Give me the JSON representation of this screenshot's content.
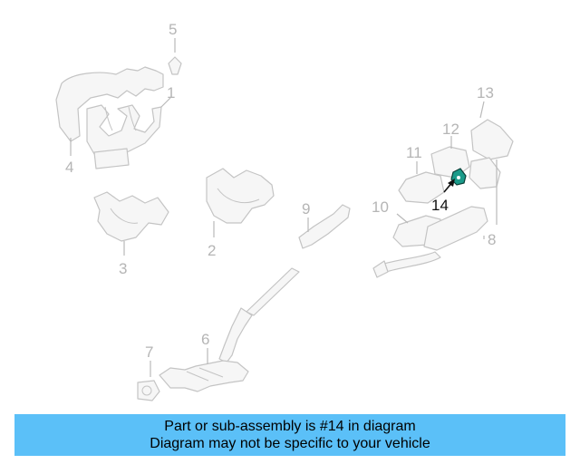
{
  "callouts": {
    "c1": "1",
    "c2": "2",
    "c3": "3",
    "c4": "4",
    "c5": "5",
    "c6": "6",
    "c7": "7",
    "c8": "8",
    "c9": "9",
    "c10": "10",
    "c11": "11",
    "c12": "12",
    "c13": "13",
    "c14": "14"
  },
  "highlight_color": "#1a9b8a",
  "banner": {
    "line1": "Part or sub-assembly is #14 in diagram",
    "line2": "Diagram may not be specific to your vehicle",
    "background": "#5bc0f8"
  }
}
